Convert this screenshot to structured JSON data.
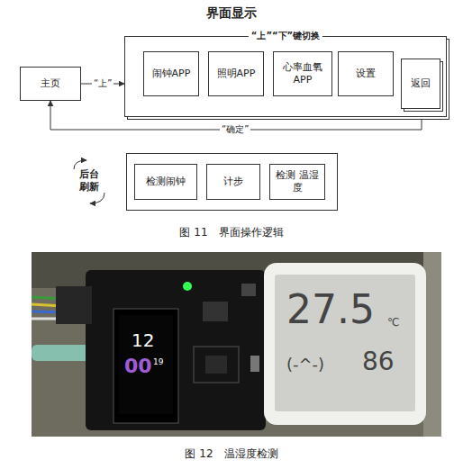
{
  "diagram": {
    "title": "界面显示",
    "caption": "图 11　界面操作逻辑",
    "nodes": [
      {
        "text": [
          "主页"
        ]
      },
      {
        "text": [
          "“上”“下”键切换"
        ]
      },
      {
        "text": [
          "闹钟APP"
        ],
        "in": 1
      },
      {
        "text": [
          "照明APP"
        ],
        "in": 1
      },
      {
        "text": [
          "心率血氧 APP"
        ],
        "in": 1
      },
      {
        "text": [
          "设置"
        ],
        "in": 1
      },
      {
        "text": [
          "返回"
        ],
        "in": 1
      },
      {
        "text": [
          "后台 刷新"
        ]
      },
      {
        "text": [
          "检测闹钟"
        ],
        "in": 7
      },
      {
        "text": [
          "计步"
        ],
        "in": 7
      },
      {
        "text": [
          "检测 温湿度"
        ],
        "in": 7
      }
    ],
    "edges": [
      {
        "from": 0,
        "to": 1,
        "label": "“上”",
        "arrow": "to"
      },
      {
        "from": 6,
        "to": 0,
        "label": "“确定”",
        "arrow": "to"
      }
    ],
    "labels": [
      "12",
      "00",
      "19",
      "27.5",
      "℃",
      "(-^-)",
      "86",
      "图 12　温湿度检测"
    ]
  }
}
